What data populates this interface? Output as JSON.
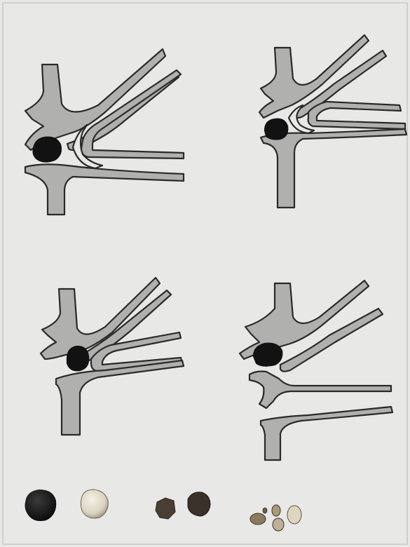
{
  "figure": {
    "colors": {
      "paper": "#e8e8e6",
      "frame": "#d6d6d4",
      "tissue_fill": "#b0b0ae",
      "outline": "#2a2a2a",
      "stone_dark": "#121212",
      "stone_light": "#ded8c8",
      "stone_brown": "#4a3f35"
    },
    "panels": [
      {
        "id": "top-left",
        "stone": "dark"
      },
      {
        "id": "top-right",
        "stone": "dark"
      },
      {
        "id": "bottom-left",
        "stone": "dark"
      },
      {
        "id": "bottom-right",
        "stone": "dark"
      }
    ],
    "specimens": [
      "dark-round-stone",
      "pale-round-stone",
      "two-angular-stones",
      "five-small-stones"
    ]
  }
}
